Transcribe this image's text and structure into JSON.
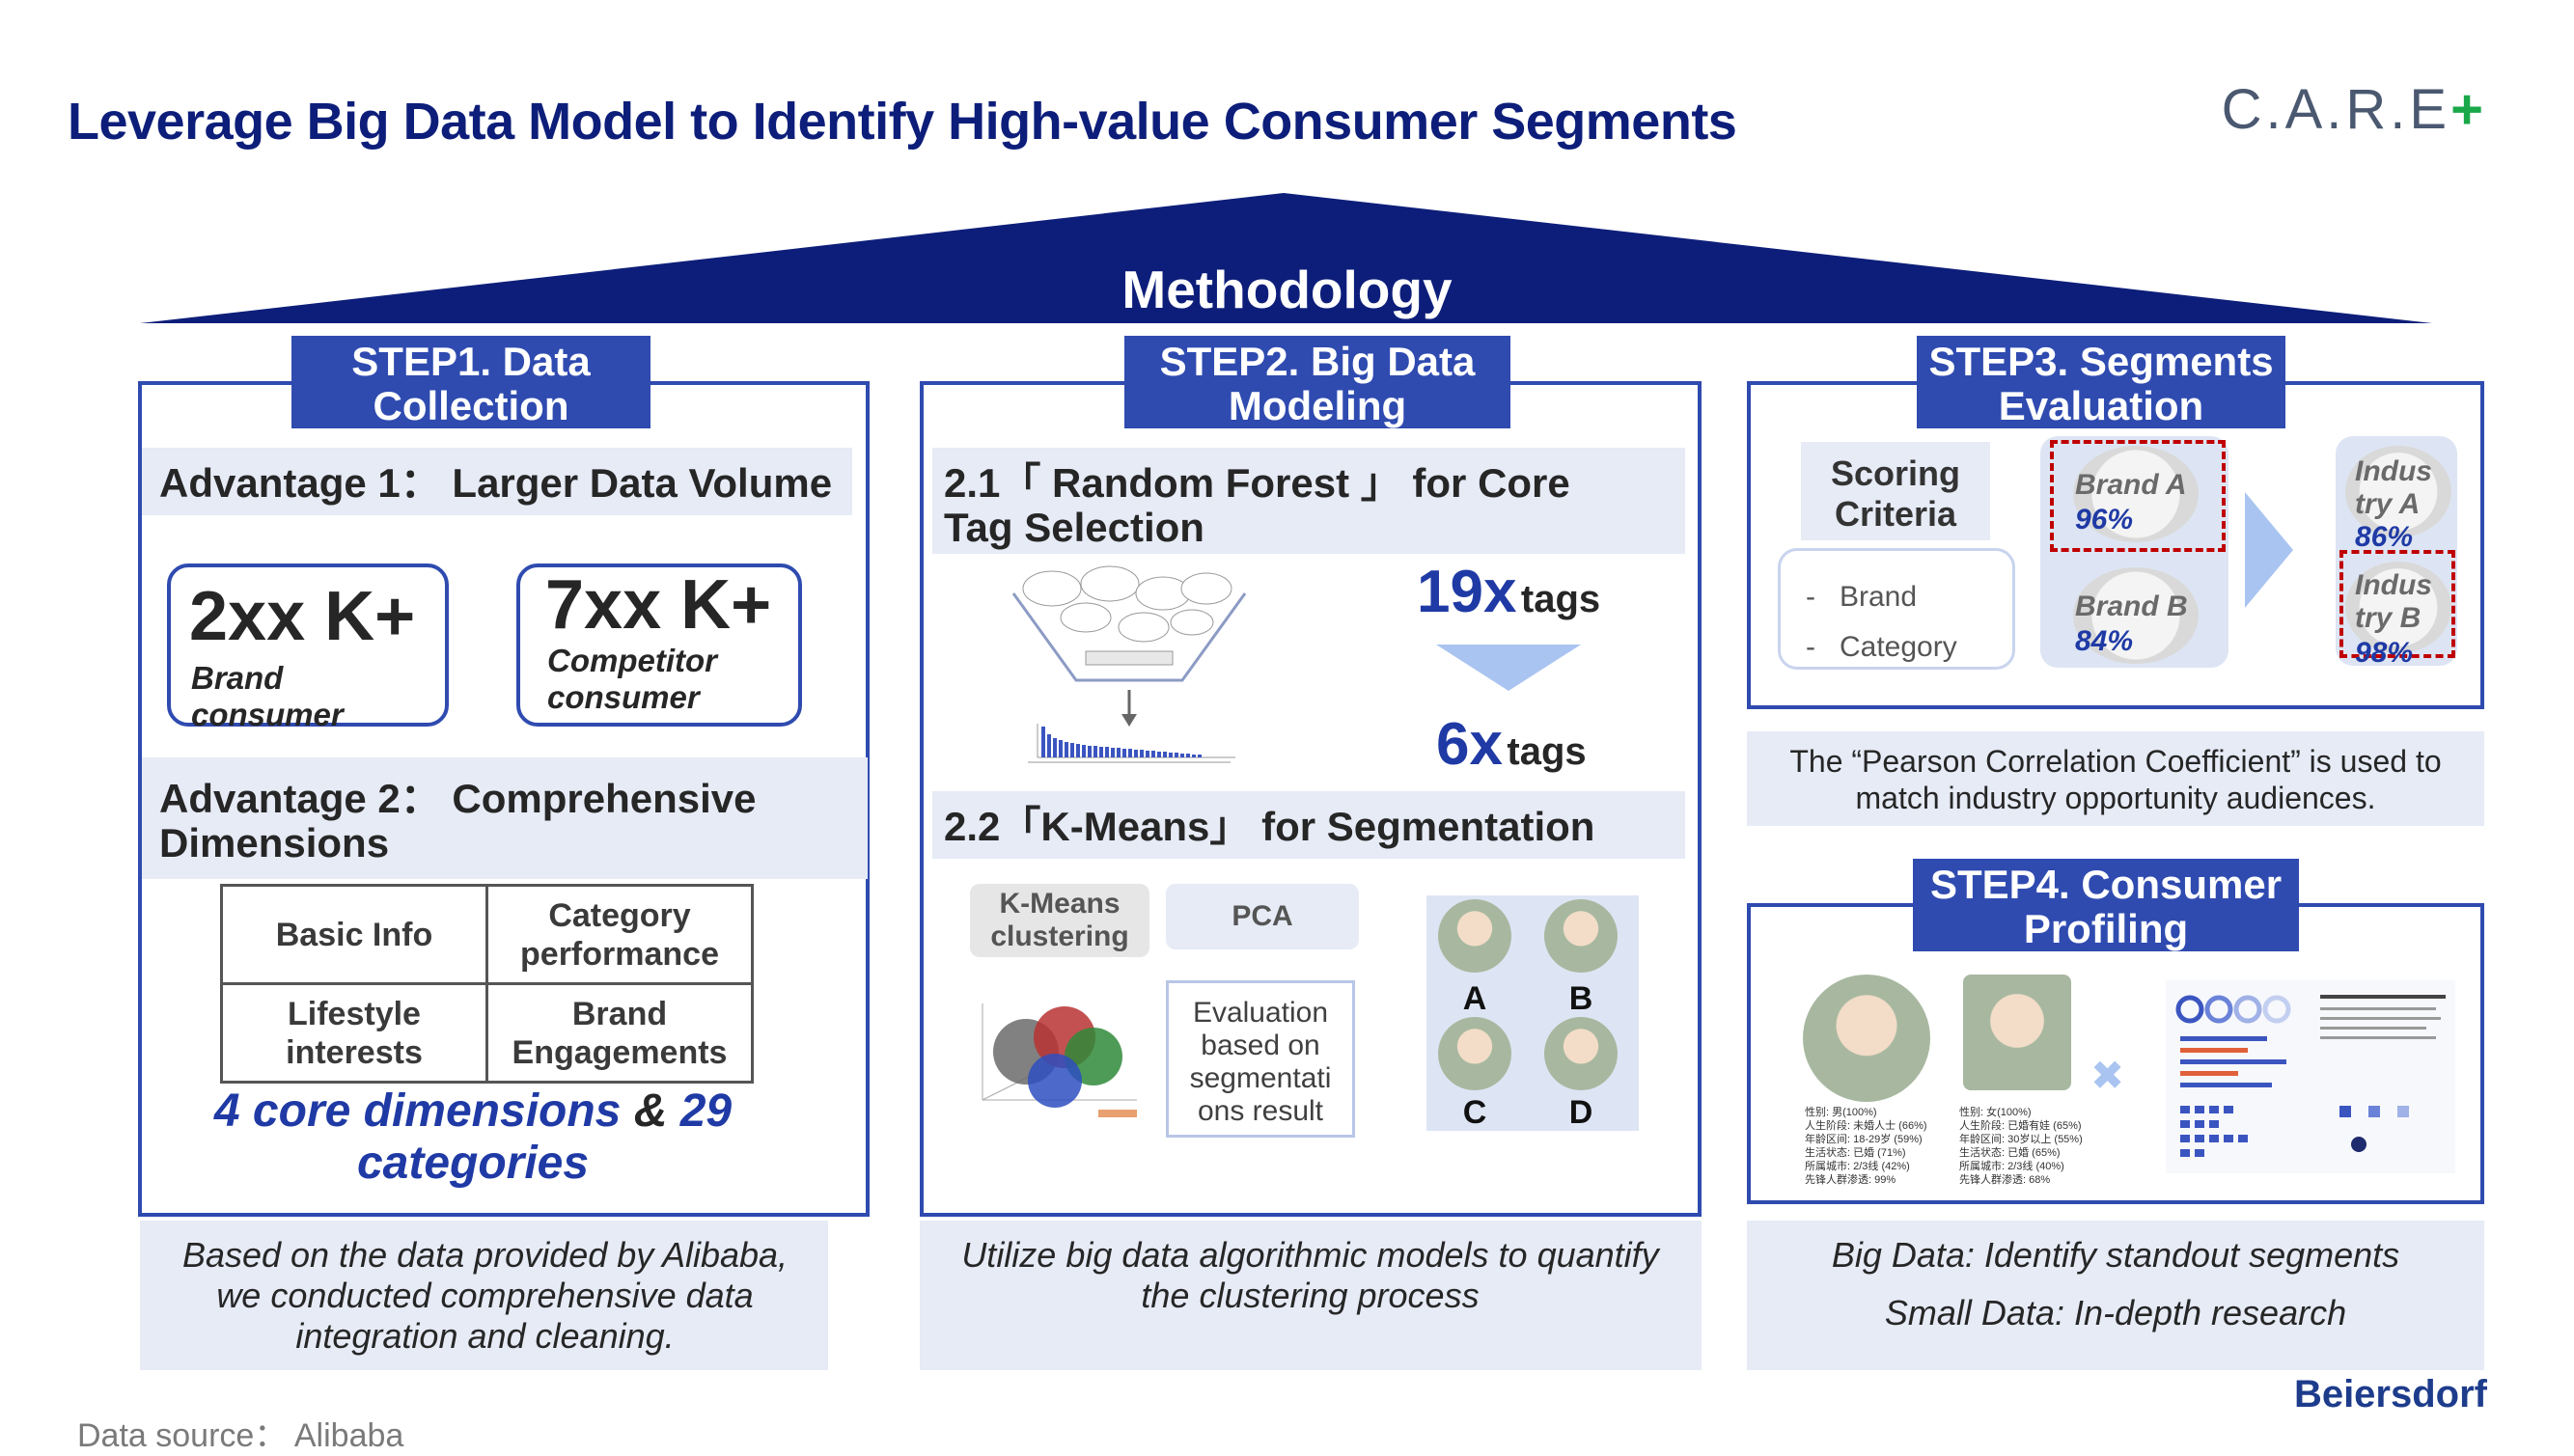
{
  "title": "Leverage Big Data Model to Identify High-value Consumer Segments",
  "logo": {
    "text": "C.A.R.E",
    "plus": "+"
  },
  "methodology": "Methodology",
  "step1": {
    "label": "STEP1. Data Collection",
    "adv1": "Advantage 1： Larger Data Volume",
    "box1": {
      "value": "2xx K+",
      "sub": "Brand consumer"
    },
    "box2": {
      "value": "7xx K+",
      "sub": "Competitor consumer"
    },
    "adv2": "Advantage 2：  Comprehensive Dimensions",
    "table": [
      [
        "Basic Info",
        "Category performance"
      ],
      [
        "Lifestyle interests",
        "Brand Engagements"
      ]
    ],
    "dims_a": "4 core dimensions",
    "dims_amp": " & ",
    "dims_b": "29 categories",
    "caption": "Based on the data provided by Alibaba, we conducted comprehensive data integration and cleaning."
  },
  "step2": {
    "label": "STEP2. Big Data Modeling",
    "h1": "2.1「 Random Forest 」 for Core Tag Selection",
    "tags1": {
      "num": "19x",
      "word": "tags"
    },
    "tags2": {
      "num": "6x",
      "word": "tags"
    },
    "h2": "2.2「K-Means」 for Segmentation",
    "kmeans": "K-Means clustering",
    "pca": "PCA",
    "eval": "Evaluation based on segmentati ons result",
    "segments": [
      "A",
      "B",
      "C",
      "D"
    ],
    "caption": "Utilize big data algorithmic models to quantify the clustering process"
  },
  "step3": {
    "label": "STEP3. Segments Evaluation",
    "criteria": "Scoring Criteria",
    "criteria_items": [
      "Brand",
      "Category"
    ],
    "brands": [
      {
        "name": "Brand A",
        "pct": "96%"
      },
      {
        "name": "Brand B",
        "pct": "84%"
      }
    ],
    "industries": [
      {
        "name": "Indus try A",
        "pct": "86%"
      },
      {
        "name": "Indus try B",
        "pct": "98%"
      }
    ],
    "note": "The  “Pearson Correlation Coefficient”  is used to match industry opportunity audiences."
  },
  "step4": {
    "label": "STEP4. Consumer Profiling",
    "profile1": [
      "性别: 男(100%)",
      "人生阶段: 未婚人士 (66%)",
      "年龄区间: 18-29岁 (59%)",
      "生活状态: 已婚 (71%)",
      "所属城市: 2/3线 (42%)",
      "先锋人群渗透: 99%"
    ],
    "profile2": [
      "性别: 女(100%)",
      "人生阶段: 已婚有娃 (65%)",
      "年龄区间: 30岁以上 (55%)",
      "生活状态: 已婚 (65%)",
      "所属城市: 2/3线 (40%)",
      "先锋人群渗透: 68%"
    ],
    "times": "✖",
    "caption1": "Big Data: Identify standout segments",
    "caption2": "Small Data: In-depth research"
  },
  "footer": {
    "source": "Data source： Alibaba",
    "brand": "Beiersdorf"
  },
  "colors": {
    "navy": "#0d1e7a",
    "accent": "#2f4bb0",
    "band": "#e6ebf6",
    "red": "#c00000"
  }
}
